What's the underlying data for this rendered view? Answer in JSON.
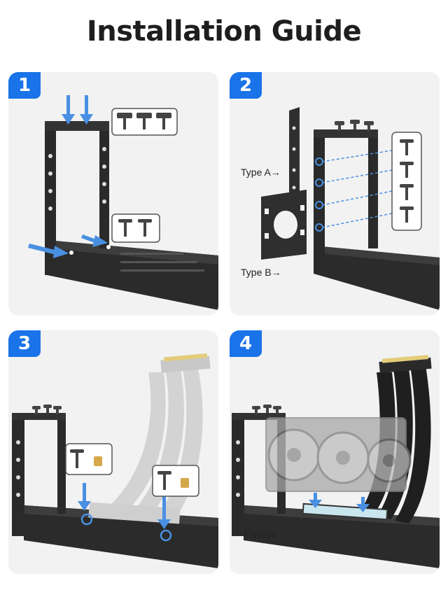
{
  "title": "Installation Guide",
  "steps": [
    {
      "number": "1"
    },
    {
      "number": "2",
      "labels": {
        "type_a": "Type A→",
        "type_b": "Type B→"
      }
    },
    {
      "number": "3"
    },
    {
      "number": "4",
      "caption": "Finish"
    }
  ],
  "colors": {
    "accent": "#1a73e8",
    "arrow": "#4a90e2",
    "bracket": "#2a2a2a",
    "panel": "#f2f2f2"
  }
}
